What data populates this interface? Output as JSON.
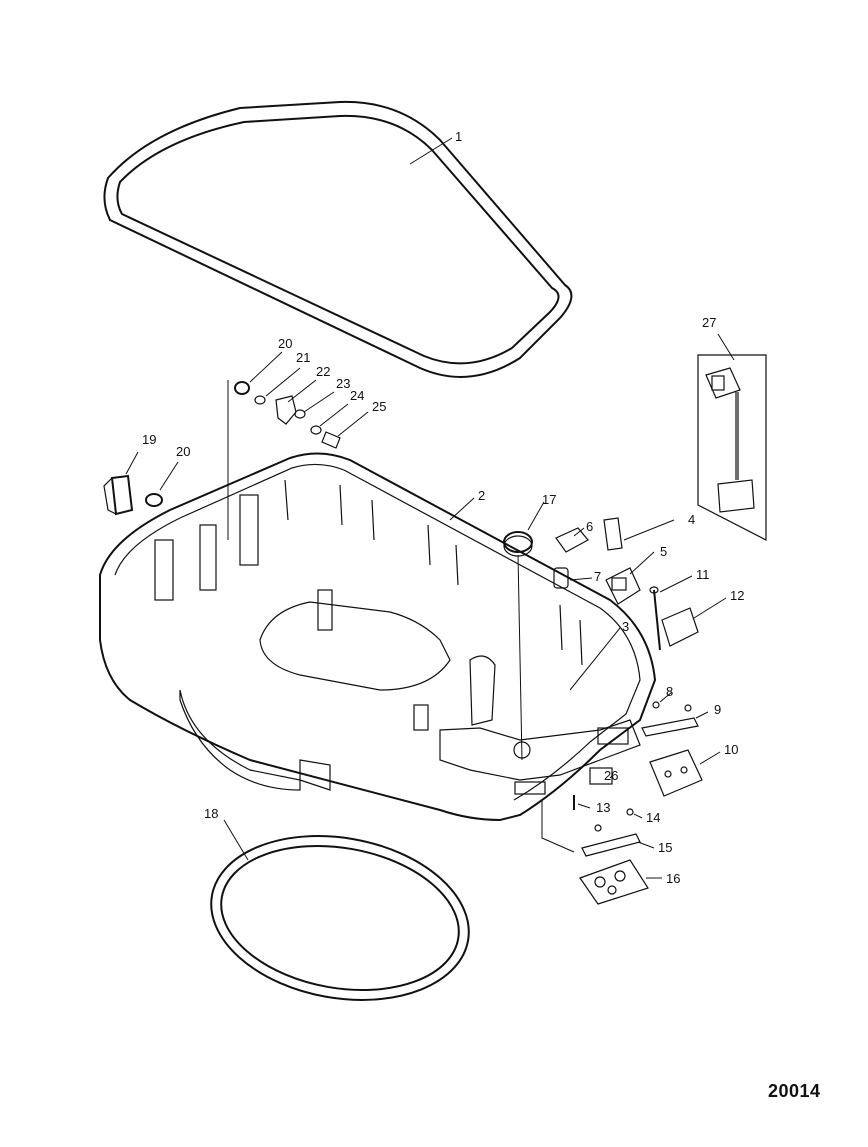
{
  "figure_number": "20014",
  "callouts": [
    {
      "id": "1",
      "label": "1"
    },
    {
      "id": "2",
      "label": "2"
    },
    {
      "id": "3",
      "label": "3"
    },
    {
      "id": "4",
      "label": "4"
    },
    {
      "id": "5",
      "label": "5"
    },
    {
      "id": "6",
      "label": "6"
    },
    {
      "id": "7",
      "label": "7"
    },
    {
      "id": "8",
      "label": "8"
    },
    {
      "id": "9",
      "label": "9"
    },
    {
      "id": "10",
      "label": "10"
    },
    {
      "id": "11",
      "label": "11"
    },
    {
      "id": "12",
      "label": "12"
    },
    {
      "id": "13",
      "label": "13"
    },
    {
      "id": "14",
      "label": "14"
    },
    {
      "id": "15",
      "label": "15"
    },
    {
      "id": "16",
      "label": "16"
    },
    {
      "id": "17",
      "label": "17"
    },
    {
      "id": "18",
      "label": "18"
    },
    {
      "id": "19",
      "label": "19"
    },
    {
      "id": "20a",
      "label": "20"
    },
    {
      "id": "20b",
      "label": "20"
    },
    {
      "id": "21",
      "label": "21"
    },
    {
      "id": "22",
      "label": "22"
    },
    {
      "id": "23",
      "label": "23"
    },
    {
      "id": "24",
      "label": "24"
    },
    {
      "id": "25",
      "label": "25"
    },
    {
      "id": "26",
      "label": "26"
    },
    {
      "id": "27",
      "label": "27"
    }
  ]
}
